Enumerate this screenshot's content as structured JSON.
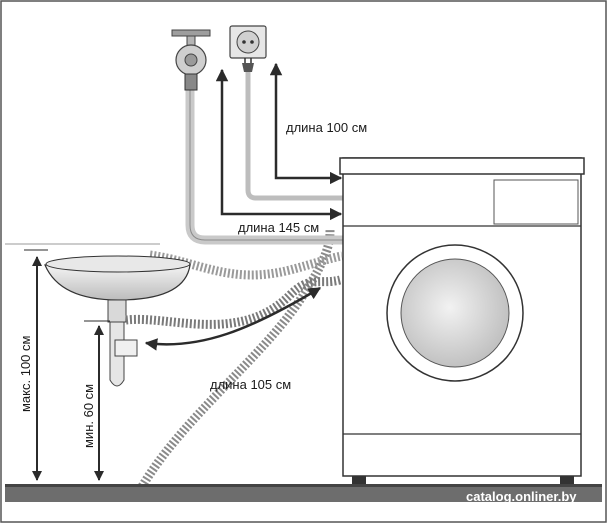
{
  "labels": {
    "power_cord_length": "длина 100 см",
    "inlet_hose_length": "длина 145 см",
    "drain_hose_length": "длина 105 см",
    "max_height": "макс. 100 см",
    "min_height": "мин. 60 см"
  },
  "watermark": "catalog.onliner.by",
  "icons": [
    "water-tap-icon",
    "power-socket-icon",
    "power-plug-icon"
  ]
}
